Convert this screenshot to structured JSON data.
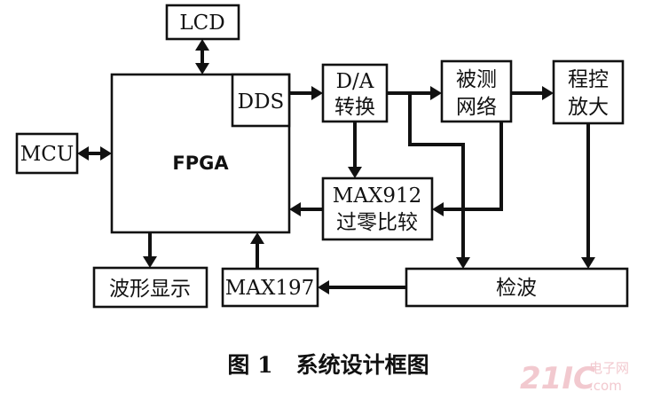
{
  "blocks": {
    "lcd": "LCD",
    "mcu": "MCU",
    "fpga": "FPGA",
    "dds": "DDS",
    "da_line1": "D/A",
    "da_line2": "转换",
    "dut_line1": "被测",
    "dut_line2": "网络",
    "pga_line1": "程控",
    "pga_line2": "放大",
    "zc_line1": "MAX912",
    "zc_line2": "过零比较",
    "detector": "检波",
    "adc": "MAX197",
    "display": "波形显示"
  },
  "caption": "图 1   系统设计框图",
  "watermark": {
    "number": "21IC",
    "text": "电子网",
    "domain": ".com"
  }
}
